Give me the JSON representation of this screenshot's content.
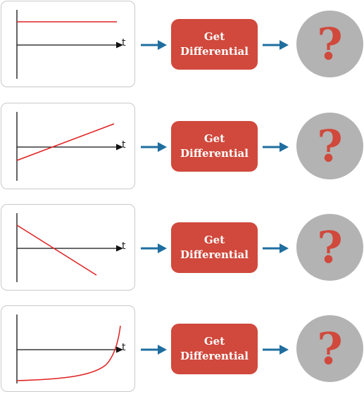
{
  "axis_label": "t",
  "process_label_line1": "Get",
  "process_label_line2": "Differential",
  "result_symbol": "?",
  "colors": {
    "curve": "#e02020",
    "arrow": "#1f6ea0",
    "process_box": "#d0493c",
    "result_circle": "#b3b3b3",
    "question_mark": "#d0493c",
    "axis": "#111111",
    "panel_border": "#c9c9c9"
  },
  "rows": [
    {
      "function": "constant"
    },
    {
      "function": "increasing-linear"
    },
    {
      "function": "decreasing-linear"
    },
    {
      "function": "exponential-growth"
    }
  ]
}
